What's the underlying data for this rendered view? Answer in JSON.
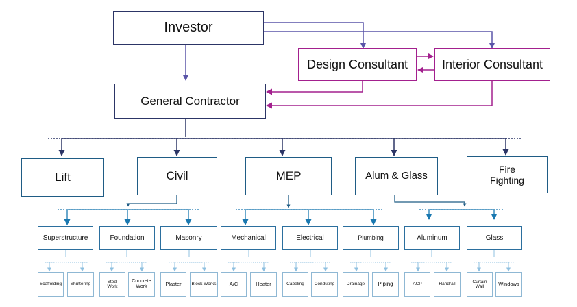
{
  "investor": "Investor",
  "design_consultant": "Design Consultant",
  "interior_consultant": "Interior Consultant",
  "general_contractor": "General Contractor",
  "trades": {
    "lift": "Lift",
    "civil": "Civil",
    "mep": "MEP",
    "alum_glass": "Alum & Glass",
    "fire_fighting_1": "Fire",
    "fire_fighting_2": "Fighting"
  },
  "sub_trades": {
    "superstructure": "Superstructure",
    "foundation": "Foundation",
    "masonry": "Masonry",
    "mechanical": "Mechanical",
    "electrical": "Electrical",
    "plumbing": "Plumbing",
    "aluminum": "Aluminum",
    "glass": "Glass"
  },
  "works": {
    "scaffolding": "Scaffolding",
    "shuttering": "Shuttering",
    "steel_work_1": "Steel",
    "steel_work_2": "Work",
    "concrete_work_1": "Concrete",
    "concrete_work_2": "Work",
    "plaster": "Plaster",
    "block_works": "Block Works",
    "ac": "A/C",
    "heater": "Heater",
    "cabeling": "Cabeling",
    "conduting": "Conduting",
    "drainage": "Drainage",
    "piping": "Piping",
    "acp": "ACP",
    "handrail": "Handrail",
    "curtain_wall_1": "Curtain",
    "curtain_wall_2": "Wall",
    "windows": "Windows"
  },
  "colors": {
    "navy": "#4a4aa0",
    "magenta": "#a3208e",
    "blue": "#1f5c85",
    "light_blue": "#2f8fc4"
  }
}
